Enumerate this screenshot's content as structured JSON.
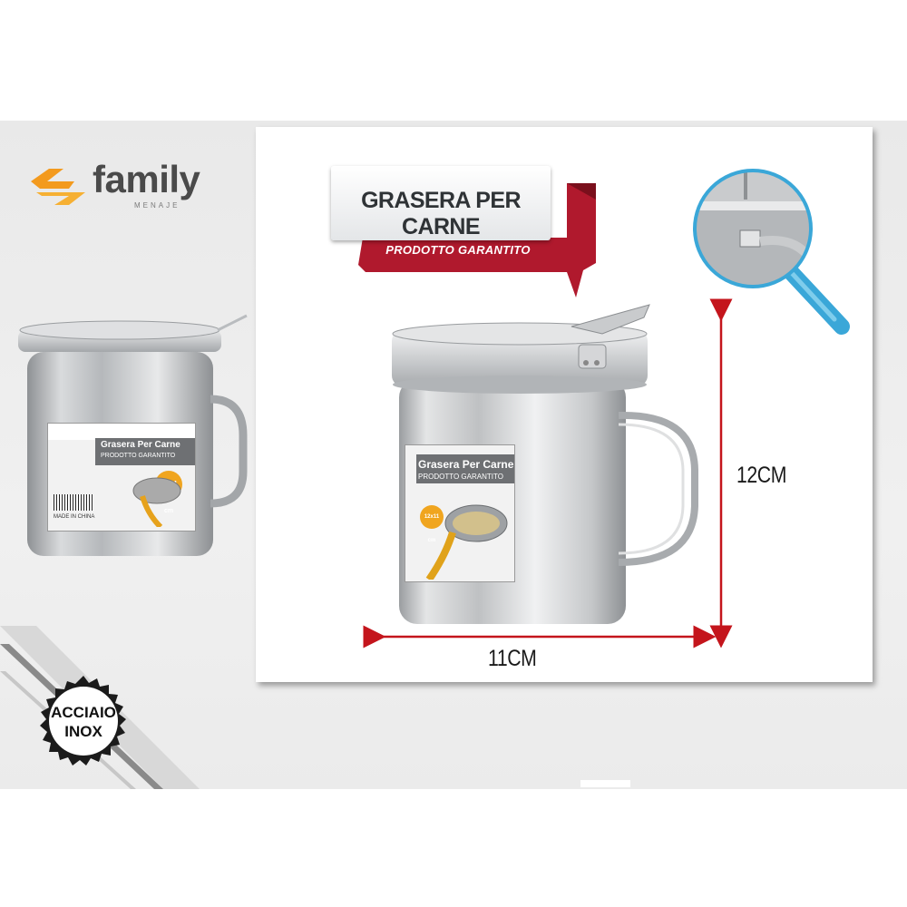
{
  "brand": {
    "name": "family",
    "tagline": "MENAJE"
  },
  "title": "GRASERA PER CARNE",
  "subtitle": "PRODOTTO GARANTITO",
  "label": {
    "product_name": "Grasera Per Carne",
    "product_sub": "PRODOTTO GARANTITO",
    "size_badge": "12x11 cm",
    "origin": "MADE IN CHINA"
  },
  "dimensions": {
    "width": "11CM",
    "height": "12CM"
  },
  "badge": {
    "line1": "ACCIAIO",
    "line2": "INOX"
  },
  "colors": {
    "accent_red": "#b0192d",
    "brand_orange": "#f39a1e",
    "zoom_blue": "#3aa7d8"
  }
}
